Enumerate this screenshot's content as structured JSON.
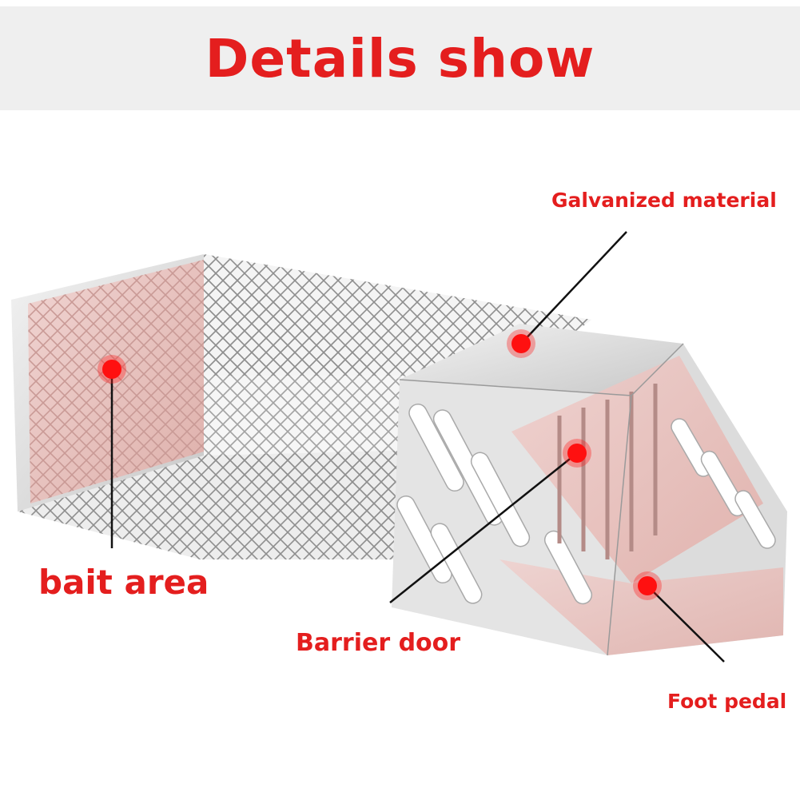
{
  "title": "Details show",
  "labels": {
    "galvanized": "Galvanized material",
    "bait": "bait area",
    "barrier": "Barrier door",
    "foot": "Foot pedal"
  },
  "colors": {
    "accent": "#e41e1e",
    "header_bg": "#efefef",
    "metal": "#d9d9d9",
    "pink_tint": "#e8b9b4"
  }
}
